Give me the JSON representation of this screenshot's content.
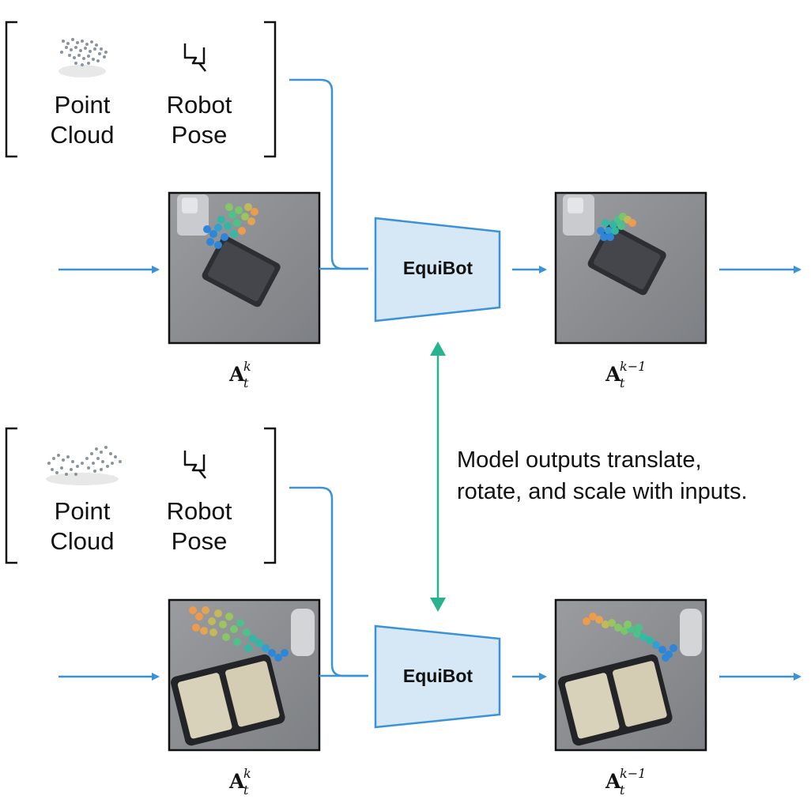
{
  "rows": [
    {
      "id": "top",
      "inputs": [
        "Point",
        "Cloud"
      ],
      "pose": [
        "Robot",
        "Pose"
      ],
      "model_label": "EquiBot",
      "input_action": {
        "symbol": "A",
        "sup": "k",
        "sub": "t"
      },
      "output_action": {
        "symbol": "A",
        "sup": "k−1",
        "sub": "t"
      }
    },
    {
      "id": "bottom",
      "inputs": [
        "Point",
        "Cloud"
      ],
      "pose": [
        "Robot",
        "Pose"
      ],
      "model_label": "EquiBot",
      "input_action": {
        "symbol": "A",
        "sup": "k",
        "sub": "t"
      },
      "output_action": {
        "symbol": "A",
        "sup": "k−1",
        "sub": "t"
      }
    }
  ],
  "caption_lines": [
    "Model outputs translate,",
    "rotate, and scale with inputs."
  ],
  "colors": {
    "arrow_blue": "#3a93d6",
    "equivariance_green": "#27b38e",
    "model_fill": "#d6e8f6",
    "model_stroke": "#3a93d6"
  },
  "icons": [
    "point-cloud-icon",
    "robot-gripper-icon",
    "scene-photo"
  ]
}
